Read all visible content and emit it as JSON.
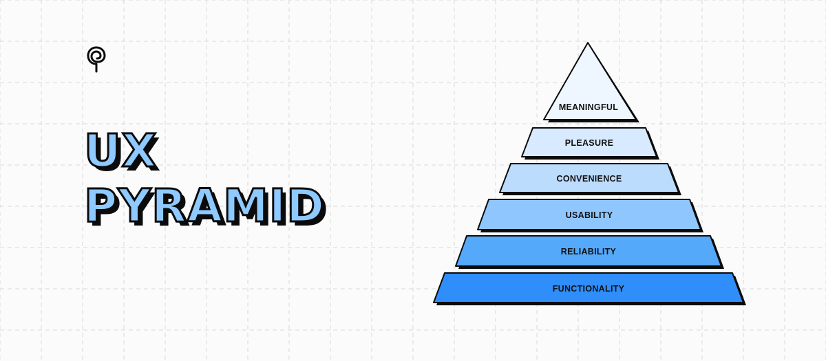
{
  "title": {
    "line1": "UX",
    "line2": "PYRAMID"
  },
  "logo": {
    "icon": "spiral-pin-icon"
  },
  "pyramid": {
    "levels": [
      {
        "label": "MEANINGFUL",
        "color": "#eef6ff"
      },
      {
        "label": "PLEASURE",
        "color": "#d7eaff"
      },
      {
        "label": "CONVENIENCE",
        "color": "#bcdcfe"
      },
      {
        "label": "USABILITY",
        "color": "#8fc6fd"
      },
      {
        "label": "RELIABILITY",
        "color": "#55a9fb"
      },
      {
        "label": "FUNCTIONALITY",
        "color": "#2f8ef9"
      }
    ],
    "outline_color": "#0b0b0b"
  },
  "background": {
    "grid_color": "#d9d9d9"
  }
}
